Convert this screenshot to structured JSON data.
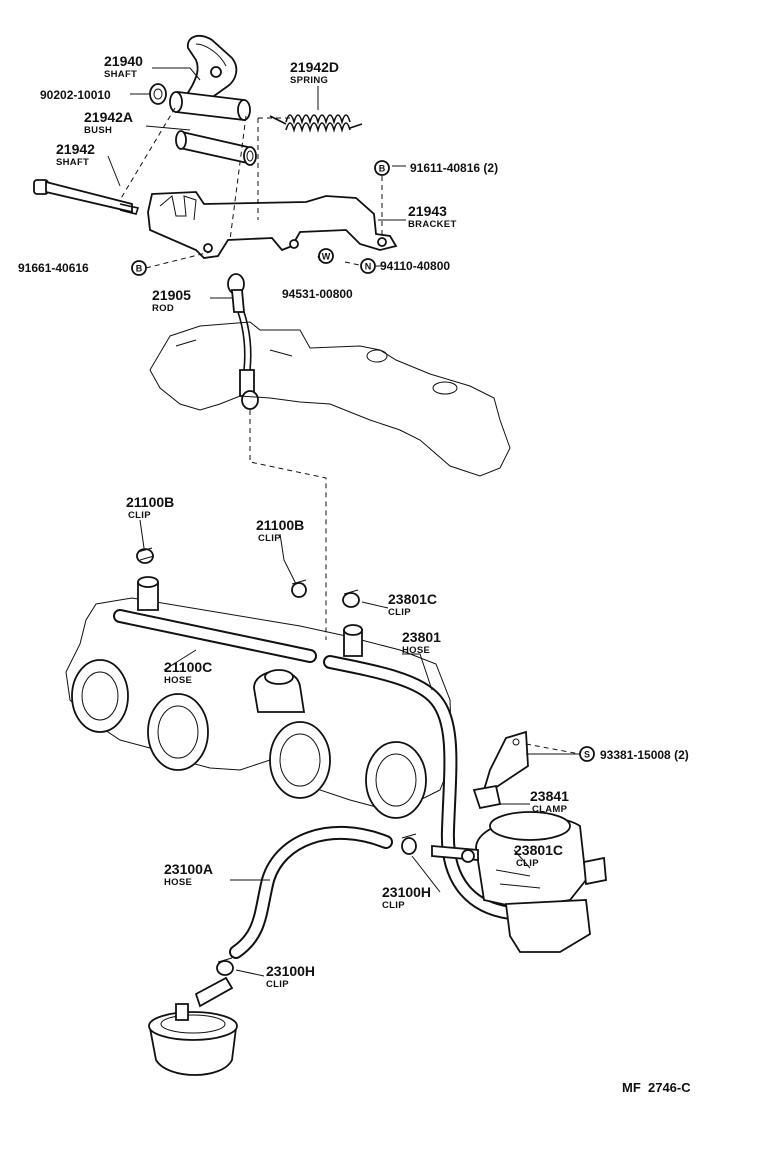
{
  "callouts": {
    "c21940": {
      "number": "21940",
      "caption": "SHAFT"
    },
    "c21942D": {
      "number": "21942D",
      "caption": "SPRING"
    },
    "c90202": {
      "number": "90202-10010"
    },
    "c21942A": {
      "number": "21942A",
      "caption": "BUSH"
    },
    "c21942": {
      "number": "21942",
      "caption": "SHAFT"
    },
    "c91611": {
      "number": "91611-40816 (2)",
      "symbol": "B"
    },
    "c21943": {
      "number": "21943",
      "caption": "BRACKET"
    },
    "c91661": {
      "number": "91661-40616",
      "symbol": "B"
    },
    "c94110": {
      "number": "94110-40800",
      "symbol": "N"
    },
    "c94531": {
      "number": "94531-00800",
      "symbol": "W"
    },
    "c21905": {
      "number": "21905",
      "caption": "ROD"
    },
    "c21100B_a": {
      "number": "21100B",
      "caption": "CLIP"
    },
    "c21100B_b": {
      "number": "21100B",
      "caption": "CLIP"
    },
    "c23801C_a": {
      "number": "23801C",
      "caption": "CLIP"
    },
    "c23801": {
      "number": "23801",
      "caption": "HOSE"
    },
    "c21100C": {
      "number": "21100C",
      "caption": "HOSE"
    },
    "c93381": {
      "number": "93381-15008 (2)",
      "symbol": "S"
    },
    "c23841": {
      "number": "23841",
      "caption": "CLAMP"
    },
    "c23801C_b": {
      "number": "23801C",
      "caption": "CLIP"
    },
    "c23100A": {
      "number": "23100A",
      "caption": "HOSE"
    },
    "c23100H_a": {
      "number": "23100H",
      "caption": "CLIP"
    },
    "c23100H_b": {
      "number": "23100H",
      "caption": "CLIP"
    }
  },
  "figure_code": "MF  2746-C"
}
